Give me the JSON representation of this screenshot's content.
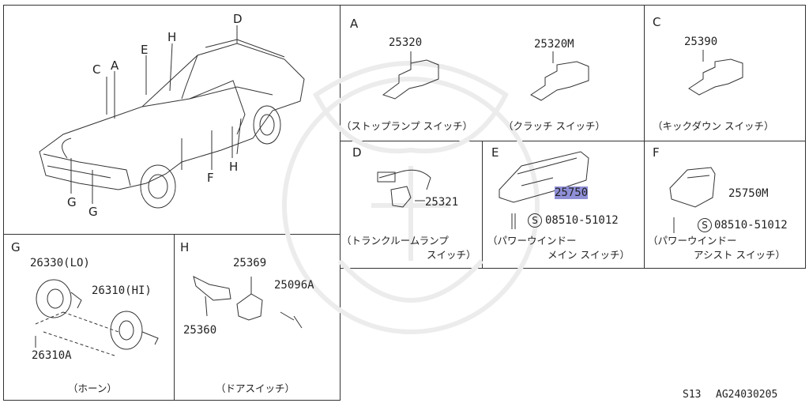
{
  "sections": {
    "car": {
      "callouts": {
        "D": "D",
        "E": "E",
        "H1": "H",
        "C": "C",
        "A": "A",
        "F": "F",
        "H2": "H",
        "G1": "G",
        "G2": "G"
      }
    },
    "A": {
      "letter": "A",
      "parts": [
        "25320",
        "25320M"
      ],
      "captions": [
        "（ストップランプ スイッチ）",
        "（クラッチ スイッチ）"
      ]
    },
    "C": {
      "letter": "C",
      "parts": [
        "25390"
      ],
      "caption": "（キックダウン スイッチ）"
    },
    "D": {
      "letter": "D",
      "parts": [
        "25321"
      ],
      "caption_line1": "（トランクルームランプ",
      "caption_line2": "スイッチ）"
    },
    "E": {
      "letter": "E",
      "part_main": "25750",
      "bolt": "08510-51012",
      "caption_line1": "（パワーウインドー",
      "caption_line2": "メイン スイッチ）"
    },
    "F": {
      "letter": "F",
      "part_main": "25750M",
      "bolt": "08510-51012",
      "caption_line1": "（パワーウインドー",
      "caption_line2": "アシスト スイッチ）"
    },
    "G": {
      "letter": "G",
      "parts": [
        "26330(LO)",
        "26310(HI)",
        "26310A"
      ],
      "caption": "（ホーン）"
    },
    "H": {
      "letter": "H",
      "parts": [
        "25369",
        "25096A",
        "25360"
      ],
      "caption": "（ドアスイッチ）"
    }
  },
  "bolt_mark": "S",
  "footer": {
    "model": "S13",
    "code": "AG24030205"
  },
  "highlight_color": "#8f8fd8"
}
